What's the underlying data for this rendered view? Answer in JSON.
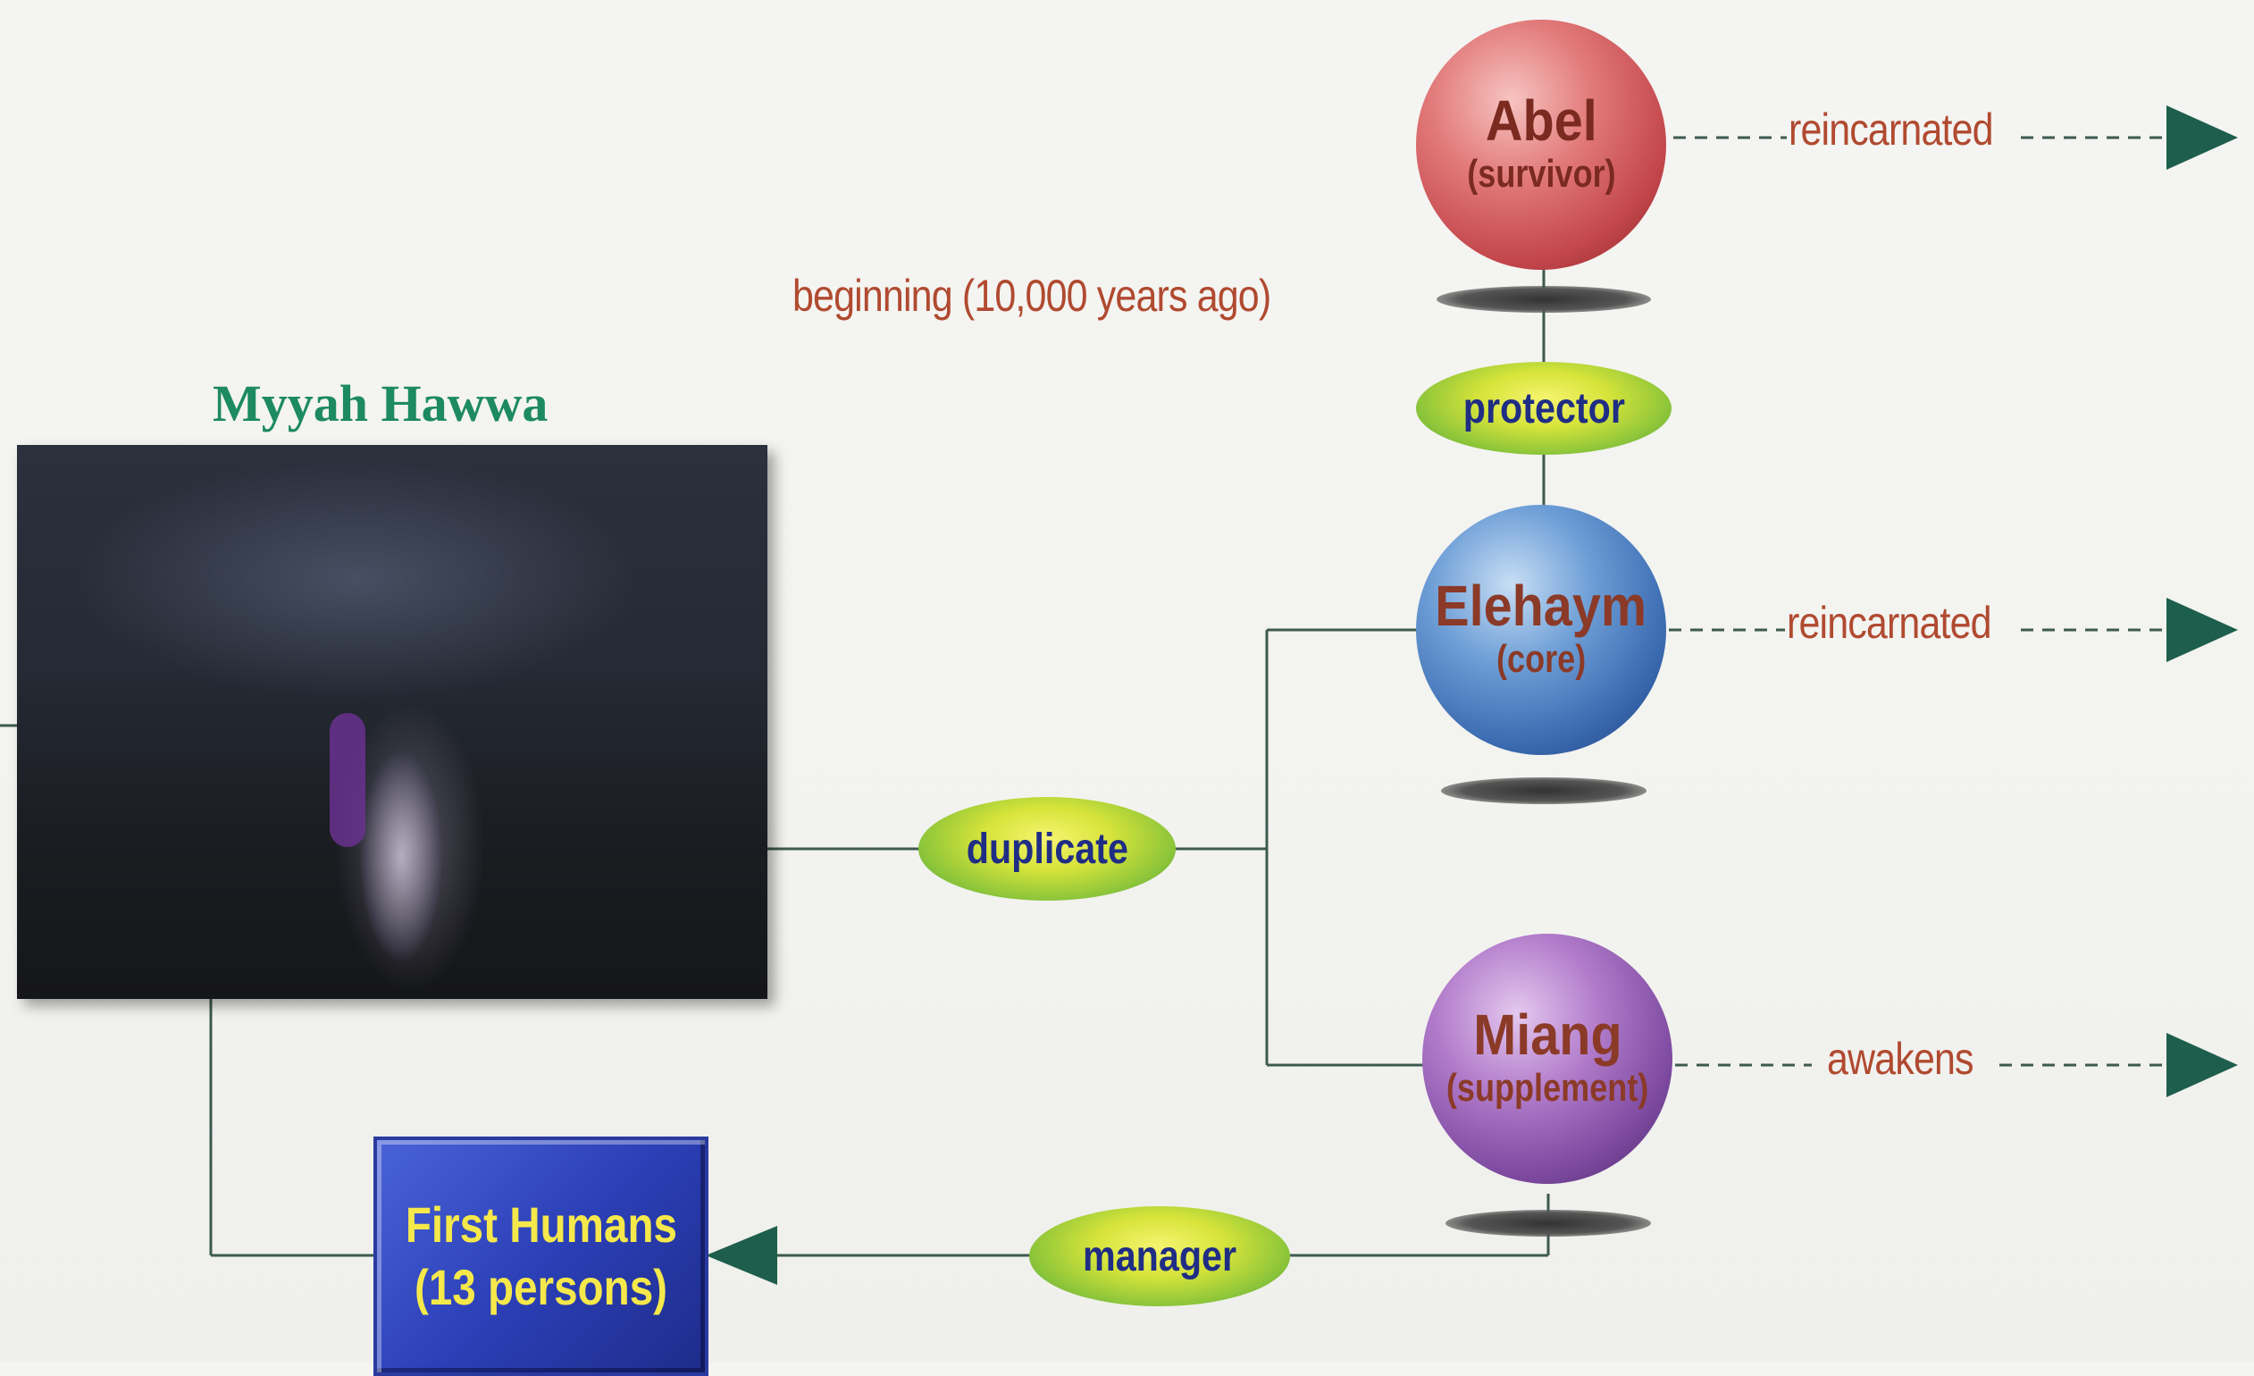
{
  "diagram": {
    "title": "Myyah Hawwa",
    "timeline_label": "beginning (10,000 years ago)",
    "nodes": {
      "abel": {
        "name": "Abel",
        "role": "(survivor)",
        "color": "#c3474c"
      },
      "elehaym": {
        "name": "Elehaym",
        "role": "(core)",
        "color": "#3a6ab0"
      },
      "miang": {
        "name": "Miang",
        "role": "(supplement)",
        "color": "#7d4aa0"
      },
      "first_humans": {
        "line1": "First Humans",
        "line2": "(13 persons)",
        "color": "#2c40b8"
      }
    },
    "relations": {
      "duplicate": "duplicate",
      "protector": "protector",
      "manager": "manager"
    },
    "outcomes": {
      "abel": "reincarnated",
      "elehaym": "reincarnated",
      "miang": "awakens"
    },
    "colors": {
      "label_text": "#b04a30",
      "title_text": "#1d8a61",
      "pill_text": "#1f2d85",
      "arrow": "#1e5e4c",
      "line": "#3d5a50"
    }
  }
}
